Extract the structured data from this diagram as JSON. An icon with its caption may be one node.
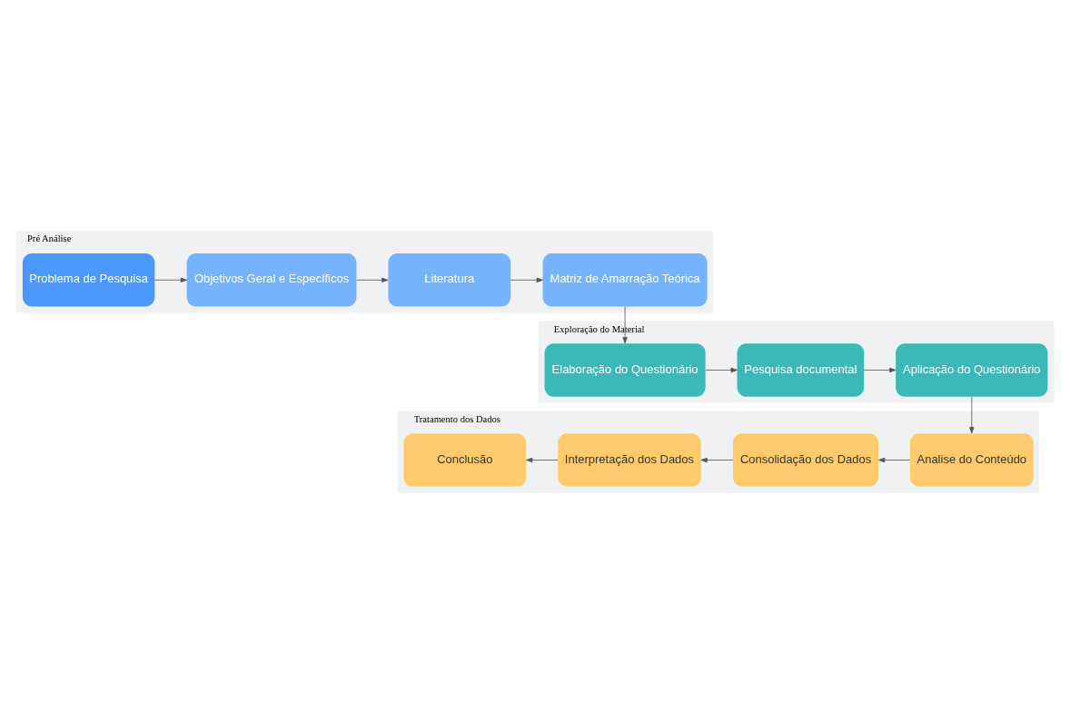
{
  "diagram": {
    "nodes": [
      {
        "text": [
          "Pré Análise"
        ]
      },
      {
        "text": [
          "Problema de Pesquisa"
        ],
        "in": 0
      },
      {
        "text": [
          "Objetivos Geral e Específicos"
        ],
        "in": 0
      },
      {
        "text": [
          "Literatura"
        ],
        "in": 0
      },
      {
        "text": [
          "Matriz de Amarração Teórica"
        ],
        "in": 0
      },
      {
        "text": [
          "Exploração do Material"
        ]
      },
      {
        "text": [
          "Elaboração do Questionário"
        ],
        "in": 5
      },
      {
        "text": [
          "Pesquisa documental"
        ],
        "in": 5
      },
      {
        "text": [
          "Aplicação do Questionário"
        ],
        "in": 5
      },
      {
        "text": [
          "Tratamento dos Dados"
        ]
      },
      {
        "text": [
          "Conclusão"
        ],
        "in": 9
      },
      {
        "text": [
          "Interpretação dos Dados"
        ],
        "in": 9
      },
      {
        "text": [
          "Consolidação dos Dados"
        ],
        "in": 9
      },
      {
        "text": [
          "Analise do Conteúdo"
        ],
        "in": 9
      }
    ],
    "edges": [
      {
        "from": 1,
        "to": 2,
        "arrow": "to"
      },
      {
        "from": 2,
        "to": 3,
        "arrow": "to"
      },
      {
        "from": 3,
        "to": 4,
        "arrow": "to"
      },
      {
        "from": 4,
        "to": 6,
        "arrow": "to"
      },
      {
        "from": 6,
        "to": 7,
        "arrow": "to"
      },
      {
        "from": 7,
        "to": 8,
        "arrow": "to"
      },
      {
        "from": 8,
        "to": 13,
        "arrow": "to"
      },
      {
        "from": 13,
        "to": 12,
        "arrow": "to"
      },
      {
        "from": 12,
        "to": 11,
        "arrow": "to"
      },
      {
        "from": 11,
        "to": 10,
        "arrow": "to"
      }
    ]
  }
}
